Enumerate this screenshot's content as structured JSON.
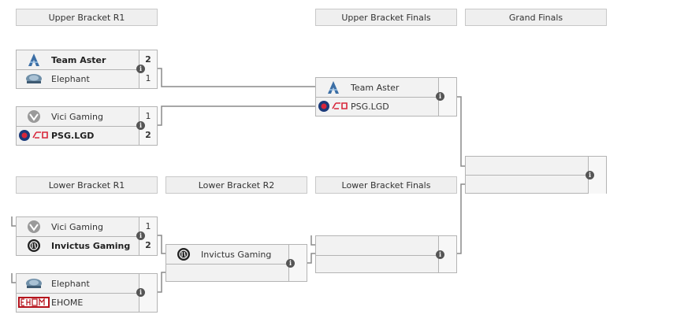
{
  "headers": {
    "ub_r1": "Upper Bracket R1",
    "ub_finals": "Upper Bracket Finals",
    "grand_finals": "Grand Finals",
    "lb_r1": "Lower Bracket R1",
    "lb_r2": "Lower Bracket R2",
    "lb_finals": "Lower Bracket Finals"
  },
  "ub_r1_m1": {
    "t1": {
      "name": "Team Aster",
      "score": "2"
    },
    "t2": {
      "name": "Elephant",
      "score": "1"
    }
  },
  "ub_r1_m2": {
    "t1": {
      "name": "Vici Gaming",
      "score": "1"
    },
    "t2": {
      "name": "PSG.LGD",
      "score": "2"
    }
  },
  "ub_finals_m": {
    "t1": {
      "name": "Team Aster",
      "score": ""
    },
    "t2": {
      "name": "PSG.LGD",
      "score": ""
    }
  },
  "grand_finals_m": {
    "t1": {
      "name": "",
      "score": ""
    },
    "t2": {
      "name": "",
      "score": ""
    }
  },
  "lb_r1_m1": {
    "t1": {
      "name": "Vici Gaming",
      "score": "1"
    },
    "t2": {
      "name": "Invictus Gaming",
      "score": "2"
    }
  },
  "lb_r1_m2": {
    "t1": {
      "name": "Elephant",
      "score": ""
    },
    "t2": {
      "name": "EHOME",
      "score": ""
    }
  },
  "lb_r2_m": {
    "t1": {
      "name": "Invictus Gaming",
      "score": ""
    },
    "t2": {
      "name": "",
      "score": ""
    }
  },
  "lb_finals_m": {
    "t1": {
      "name": "",
      "score": ""
    },
    "t2": {
      "name": "",
      "score": ""
    }
  },
  "info_glyph": "i"
}
